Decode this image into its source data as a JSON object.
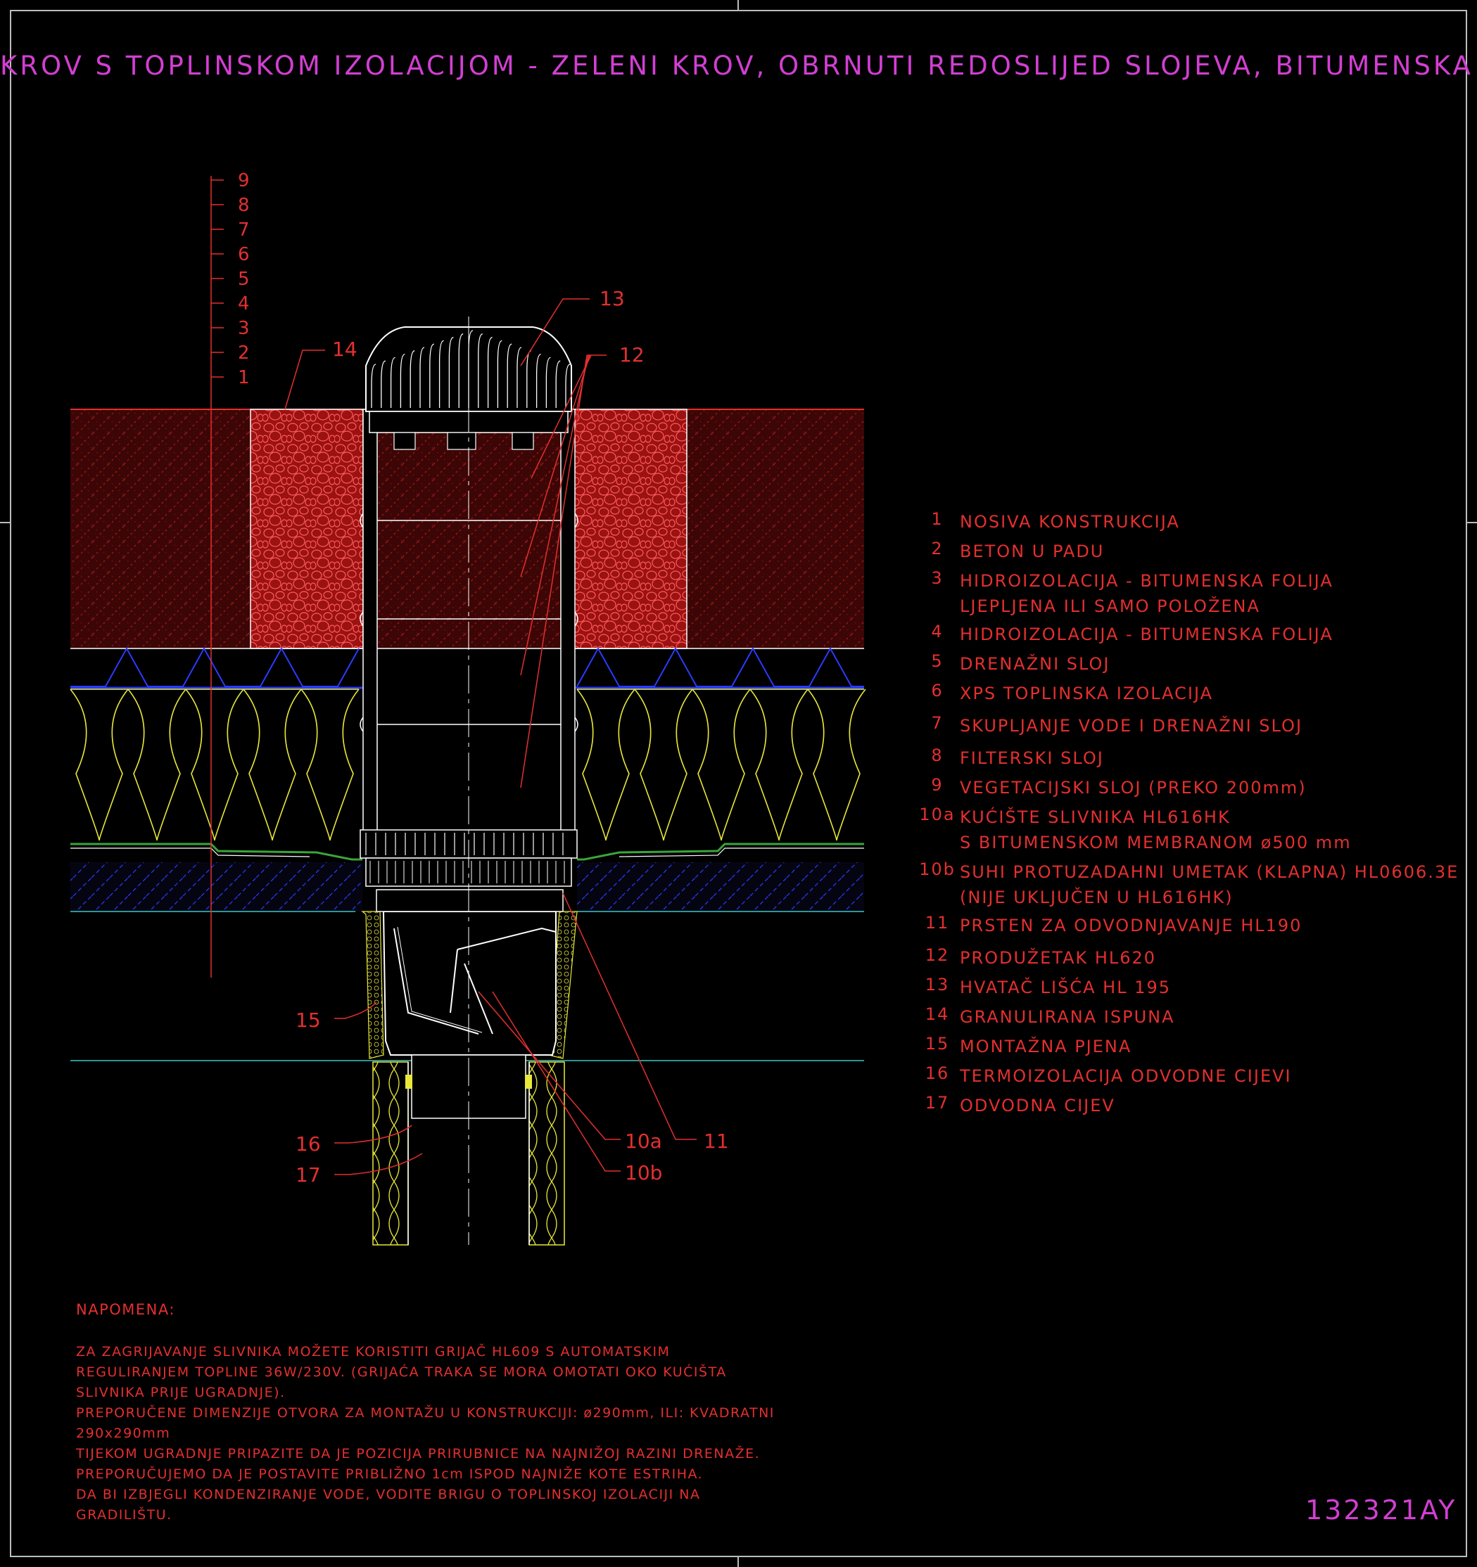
{
  "title": "KROV S TOPLINSKOM IZOLACIJOM - ZELENI KROV, OBRNUTI REDOSLIJED SLOJEVA, BITUMENSKA FOLIJA",
  "drawing_code": "132321AY",
  "scale_labels": [
    "9",
    "8",
    "7",
    "6",
    "5",
    "4",
    "3",
    "2",
    "1"
  ],
  "callouts": {
    "c13": "13",
    "c12": "12",
    "c14": "14",
    "c15": "15",
    "c16": "16",
    "c17": "17",
    "c10a": "10a",
    "c10b": "10b",
    "c11": "11"
  },
  "legend": [
    {
      "num": "1",
      "lines": [
        "NOSIVA KONSTRUKCIJA"
      ]
    },
    {
      "num": "2",
      "lines": [
        "BETON U PADU"
      ]
    },
    {
      "num": "3",
      "lines": [
        "HIDROIZOLACIJA - BITUMENSKA FOLIJA",
        "LJEPLJENA ILI SAMO POLOŽENA"
      ]
    },
    {
      "num": "4",
      "lines": [
        "HIDROIZOLACIJA - BITUMENSKA FOLIJA"
      ]
    },
    {
      "num": "5",
      "lines": [
        "DRENAŽNI SLOJ"
      ]
    },
    {
      "num": "6",
      "lines": [
        "XPS TOPLINSKA IZOLACIJA"
      ]
    },
    {
      "num": "7",
      "lines": [
        "SKUPLJANJE VODE I DRENAŽNI SLOJ"
      ]
    },
    {
      "num": "8",
      "lines": [
        "FILTERSKI SLOJ"
      ]
    },
    {
      "num": "9",
      "lines": [
        "VEGETACIJSKI SLOJ (PREKO 200mm)"
      ]
    },
    {
      "num": "10a",
      "lines": [
        "KUĆIŠTE SLIVNIKA HL616HK",
        "S BITUMENSKOM MEMBRANOM ø500 mm"
      ]
    },
    {
      "num": "10b",
      "lines": [
        "SUHI PROTUZADAHNI UMETAK (KLAPNA) HL0606.3E",
        "(NIJE UKLJUČEN U HL616HK)"
      ]
    },
    {
      "num": "11",
      "lines": [
        "PRSTEN ZA ODVODNJAVANJE HL190"
      ]
    },
    {
      "num": "12",
      "lines": [
        "PRODUŽETAK HL620"
      ]
    },
    {
      "num": "13",
      "lines": [
        "HVATAČ LIŠĆA HL 195"
      ]
    },
    {
      "num": "14",
      "lines": [
        "GRANULIRANA ISPUNA"
      ]
    },
    {
      "num": "15",
      "lines": [
        "MONTAŽNA PJENA"
      ]
    },
    {
      "num": "16",
      "lines": [
        "TERMOIZOLACIJA ODVODNE CIJEVI"
      ]
    },
    {
      "num": "17",
      "lines": [
        "ODVODNA CIJEV"
      ]
    }
  ],
  "notes": {
    "title": "NAPOMENA:",
    "lines": [
      "ZA ZAGRIJAVANJE SLIVNIKA MOŽETE KORISTITI GRIJAČ HL609 S AUTOMATSKIM",
      "REGULIRANJEM TOPLINE 36W/230V. (GRIJAĆA TRAKA SE MORA OMOTATI OKO KUĆIŠTA",
      "SLIVNIKA PRIJE UGRADNJE).",
      "PREPORUČENE DIMENZIJE OTVORA ZA MONTAŽU U KONSTRUKCIJI: ø290mm, ILI: KVADRATNI",
      "290x290mm",
      "TIJEKOM UGRADNJE PRIPAZITE DA JE POZICIJA PRIRUBNICE NA NAJNIŽOJ RAZINI DRENAŽE.",
      "PREPORUČUJEMO DA JE POSTAVITE PRIBLIŽNO 1cm ISPOD NAJNIŽE KOTE ESTRIHA.",
      "DA BI IZBJEGLI KONDENZIRANJE VODE, VODITE BRIGU O TOPLINSKOJ IZOLACIJI NA",
      "GRADILIŠTU."
    ]
  },
  "colors": {
    "title": "#d23fd2",
    "text": "#e42f2f",
    "soil_bg": "#5a0a0a",
    "granular_fill": "#a01818",
    "insulation": "#e8e83a",
    "membrane": "#3aa53a",
    "drainage": "#2a3cff",
    "pipe_line": "#ffffff",
    "base_line": "#3ac8c8"
  }
}
